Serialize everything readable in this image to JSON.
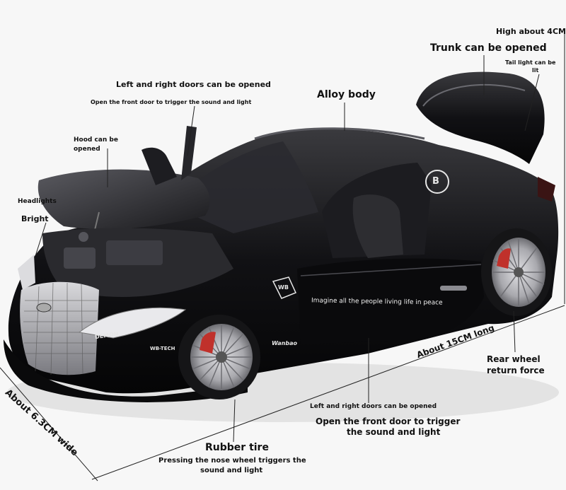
{
  "labels": {
    "high_about": "High about 4CM",
    "trunk": "Trunk can be opened",
    "tail_light_1": "Tail light can be",
    "tail_light_2": "lit",
    "doors_top": "Left and right doors can be opened",
    "front_door_top": "Open the front door to trigger the sound and light",
    "alloy_body": "Alloy body",
    "hood_1": "Hood can be",
    "hood_2": "opened",
    "headlights": "Headlights",
    "bright": "Bright",
    "about_long": "About 15CM long",
    "rear_wheel_1": "Rear wheel",
    "rear_wheel_2": "return force",
    "doors_bottom": "Left and right doors can be opened",
    "front_door_bottom_1": "Open the front door to trigger",
    "front_door_bottom_2": "the sound and light",
    "rubber_tire": "Rubber tire",
    "nose_wheel_1": "Pressing the nose wheel triggers the",
    "nose_wheel_2": "sound and light",
    "about_wide": "About 6.3CM wide"
  },
  "car_text": {
    "door_slogan": "Imagine all the people living life in peace",
    "grille_badge": "DEMON",
    "side_badge": "WB-TECH",
    "side_script": "Wanbao",
    "door_emblem": "WB",
    "rear_emblem": "B"
  },
  "colors": {
    "background": "#f7f7f7",
    "car_body": "#0d0d0f",
    "rim": "#b9b9bd",
    "brake_caliper": "#c0312b",
    "text": "#111111"
  }
}
